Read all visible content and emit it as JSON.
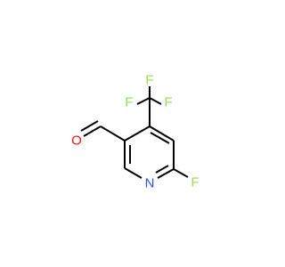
{
  "molecule": {
    "atoms": {
      "fluorine_top_left": "F",
      "fluorine_top_right": "F",
      "fluorine_middle": "F",
      "fluorine_ring": "F",
      "oxygen": "O",
      "nitrogen": "N"
    },
    "colors": {
      "fluorine": "#90e050",
      "oxygen": "#ff0d0d",
      "nitrogen": "#3050f8",
      "bond": "#000000",
      "background": "#ffffff"
    }
  }
}
